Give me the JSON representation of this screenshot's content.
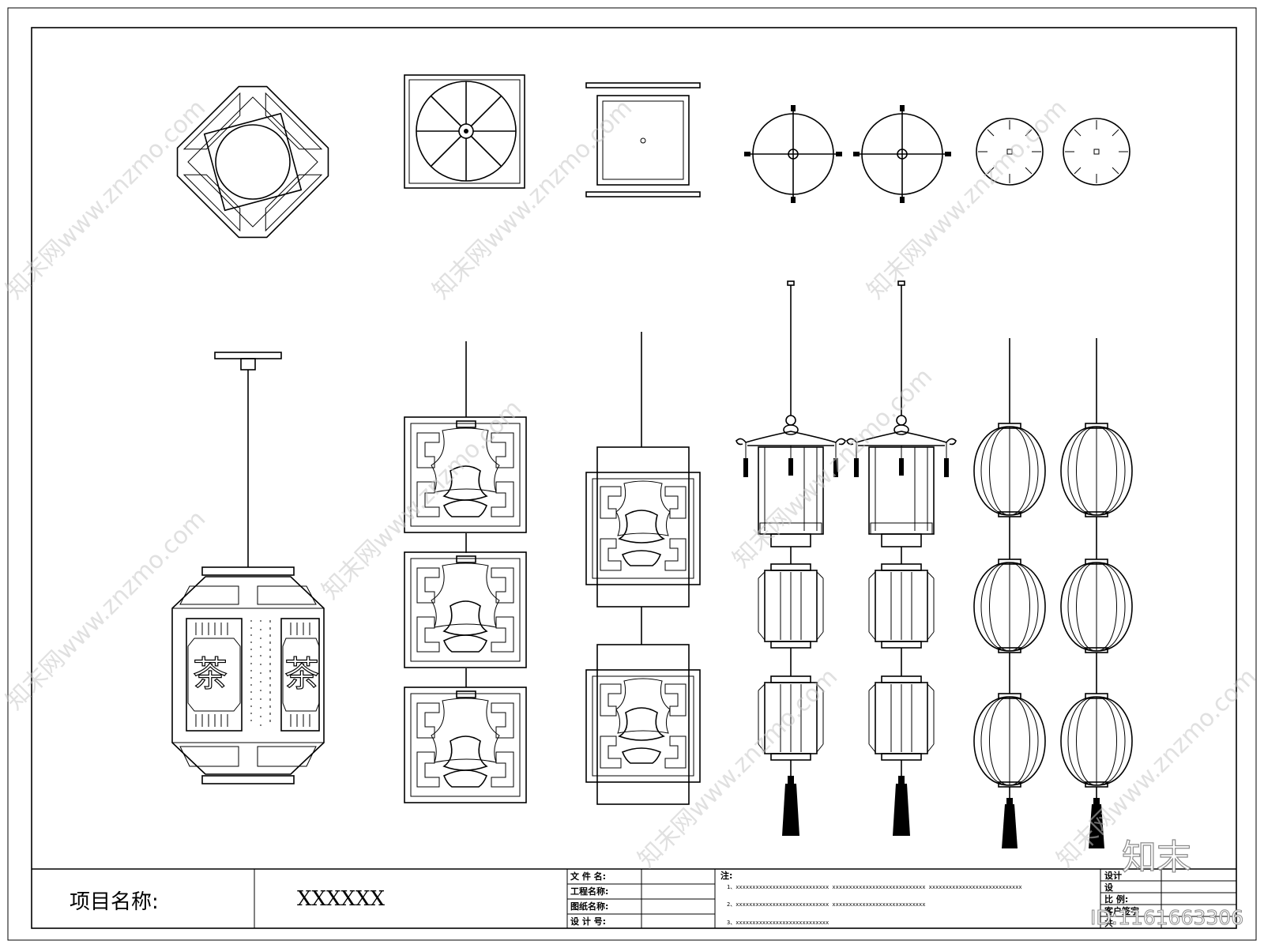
{
  "title_block": {
    "project_label": "项目名称:",
    "project_value": "XXXXXX",
    "fields": [
      "文 件 名:",
      "工程名称:",
      "图纸名称:",
      "设 计 号:"
    ],
    "notes_label": "注:",
    "notes": [
      "1、xxxxxxxxxxxxxxxxxxxxxxxxxxxx    xxxxxxxxxxxxxxxxxxxxxxxxxxxx    xxxxxxxxxxxxxxxxxxxxxxxxxxxx",
      "2、xxxxxxxxxxxxxxxxxxxxxxxxxxxx    xxxxxxxxxxxxxxxxxxxxxxxxxxxx",
      "3、xxxxxxxxxxxxxxxxxxxxxxxxxxxx"
    ],
    "right_labels": [
      "设计",
      "设",
      "比 例:",
      "客户签字",
      "共"
    ]
  },
  "tea_char": "茶",
  "watermark": {
    "text": "知末网www.znzmo.com",
    "logo": "知末",
    "id": "ID:1161663306"
  }
}
